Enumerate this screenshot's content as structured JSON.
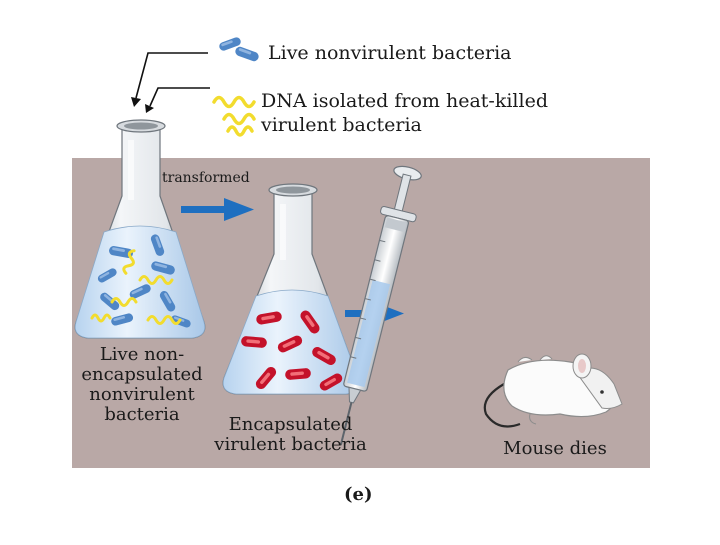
{
  "legend": {
    "live_nonvirulent": "Live nonvirulent bacteria",
    "dna_line1": "DNA isolated from heat-killed",
    "dna_line2": "virulent bacteria"
  },
  "arrow_label": "transformed",
  "flask1_caption": [
    "Live non-",
    "encapsulated",
    "nonvirulent",
    "bacteria"
  ],
  "flask2_caption": [
    "Encapsulated",
    "virulent bacteria"
  ],
  "mouse_caption": "Mouse dies",
  "panel_label": "(e)",
  "colors": {
    "panel_background": "#b9a8a6",
    "nonvirulent_bacteria": "#4f86c6",
    "dna_strands": "#f2dc2e",
    "virulent_bacteria": "#c4122a",
    "arrow": "#1e6fc0",
    "liquid": "#cfe3f7"
  },
  "icons": [
    "flask-icon",
    "syringe-icon",
    "mouse-icon",
    "bacteria-icon",
    "dna-strand-icon",
    "arrow-icon"
  ]
}
